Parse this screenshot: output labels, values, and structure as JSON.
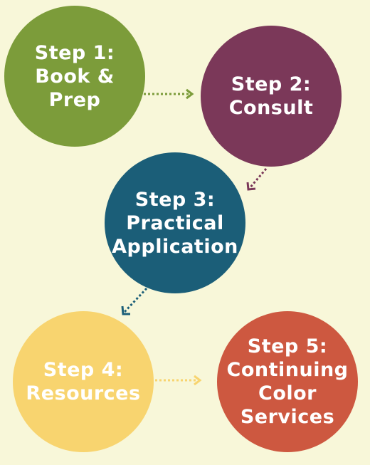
{
  "steps": [
    {
      "label": "Step 1:\nBook &\nPrep",
      "color": "#7c9c3a"
    },
    {
      "label": "Step 2:\nConsult",
      "color": "#7b3859"
    },
    {
      "label": "Step 3:\nPractical\nApplication",
      "color": "#1b5e78"
    },
    {
      "label": "Step 4:\nResources",
      "color": "#f8d46f"
    },
    {
      "label": "Step 5:\nContinuing\nColor\nServices",
      "color": "#cd5840"
    }
  ],
  "connectors": [
    {
      "from": 1,
      "to": 2,
      "style": "dotted-arrow",
      "color": "#7c9c3a"
    },
    {
      "from": 2,
      "to": 3,
      "style": "dotted-arrow",
      "color": "#7b3859"
    },
    {
      "from": 3,
      "to": 4,
      "style": "dotted-arrow",
      "color": "#1b5e78"
    },
    {
      "from": 4,
      "to": 5,
      "style": "dotted-arrow",
      "color": "#f8d46f"
    }
  ],
  "background_color": "#f8f7d9"
}
